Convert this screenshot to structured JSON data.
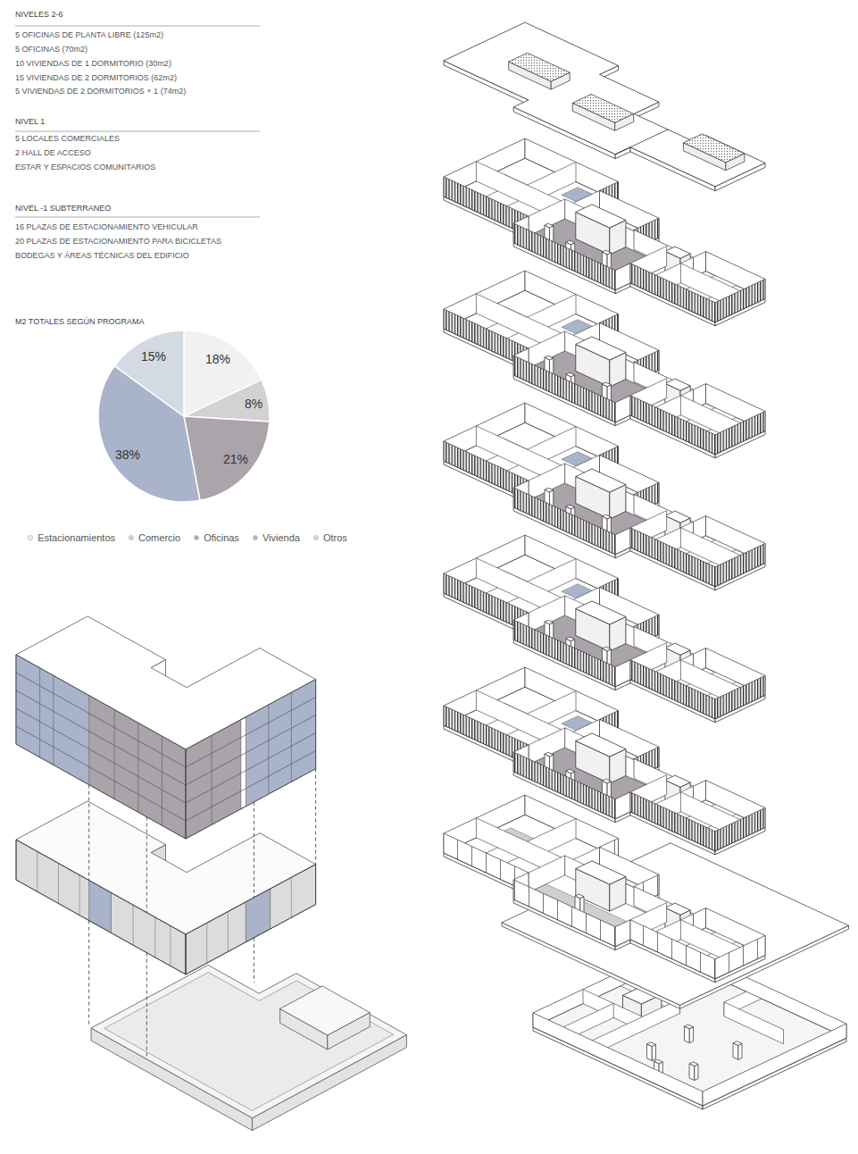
{
  "diagram": {
    "labels": [
      "NIVELES 2-6",
      "5 OFICINAS DE PLANTA LIBRE (125m2)",
      "5 OFICINAS (70m2)",
      "10 VIVIENDAS DE 1 DORMITORIO (30m2)",
      "15 VIVIENDAS DE 2 DORMITORIOS (62m2)",
      "5 VIVIENDAS DE 2 DORMITORIOS + 1 (74m2)",
      "NIVEL 1",
      "5 LOCALES COMERCIALES",
      "2 HALL DE ACCESO",
      "ESTAR Y ESPACIOS COMUNITARIOS",
      "NIVEL -1 SUBTERRANEO",
      "16 PLAZAS DE ESTACIONAMIENTO VEHICULAR",
      "20 PLAZAS DE ESTACIONAMIENTO PARA BICICLETAS",
      "BODEGAS Y ÁREAS TÉCNICAS DEL EDIFICIO",
      "M2 TOTALES SEGÚN PROGRAMA",
      "18%",
      "8%",
      "21%",
      "38%",
      "15%"
    ],
    "legend": [
      {
        "text": "Estacionamientos",
        "color": "#f1f1f1"
      },
      {
        "text": "Comercio",
        "color": "#d2d2d2"
      },
      {
        "text": "Oficinas",
        "color": "#aba4aa"
      },
      {
        "text": "Vivienda",
        "color": "#a9b4cb"
      },
      {
        "text": "Otros",
        "color": "#d3dae4"
      }
    ]
  }
}
